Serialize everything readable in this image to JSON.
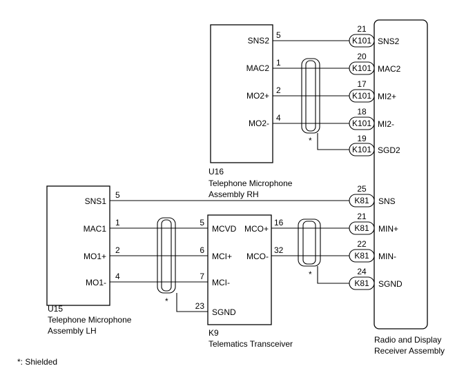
{
  "components": {
    "u16": {
      "code": "U16",
      "name_line1": "Telephone Microphone",
      "name_line2": "Assembly RH",
      "pins": [
        {
          "name": "SNS2",
          "num": "5"
        },
        {
          "name": "MAC2",
          "num": "1"
        },
        {
          "name": "MO2+",
          "num": "2"
        },
        {
          "name": "MO2-",
          "num": "4"
        }
      ]
    },
    "u15": {
      "code": "U15",
      "name_line1": "Telephone Microphone",
      "name_line2": "Assembly LH",
      "pins": [
        {
          "name": "SNS1",
          "num": "5"
        },
        {
          "name": "MAC1",
          "num": "1"
        },
        {
          "name": "MO1+",
          "num": "2"
        },
        {
          "name": "MO1-",
          "num": "4"
        }
      ]
    },
    "k9": {
      "code": "K9",
      "name": "Telematics Transceiver",
      "left_pins": [
        {
          "name": "MCVD",
          "num": "5"
        },
        {
          "name": "MCI+",
          "num": "6"
        },
        {
          "name": "MCI-",
          "num": "7"
        },
        {
          "name": "SGND",
          "num": "23"
        }
      ],
      "right_pins": [
        {
          "name": "MCO+",
          "num": "16"
        },
        {
          "name": "MCO-",
          "num": "32"
        }
      ]
    },
    "radio": {
      "name_line1": "Radio and Display",
      "name_line2": "Receiver Assembly",
      "k101_pins": [
        {
          "connector": "K101",
          "num": "21",
          "name": "SNS2"
        },
        {
          "connector": "K101",
          "num": "20",
          "name": "MAC2"
        },
        {
          "connector": "K101",
          "num": "17",
          "name": "MI2+"
        },
        {
          "connector": "K101",
          "num": "18",
          "name": "MI2-"
        },
        {
          "connector": "K101",
          "num": "19",
          "name": "SGD2"
        }
      ],
      "k81_pins": [
        {
          "connector": "K81",
          "num": "25",
          "name": "SNS"
        },
        {
          "connector": "K81",
          "num": "21",
          "name": "MIN+"
        },
        {
          "connector": "K81",
          "num": "22",
          "name": "MIN-"
        },
        {
          "connector": "K81",
          "num": "24",
          "name": "SGND"
        }
      ]
    }
  },
  "shield_marker": "*",
  "footnote": "*: Shielded"
}
